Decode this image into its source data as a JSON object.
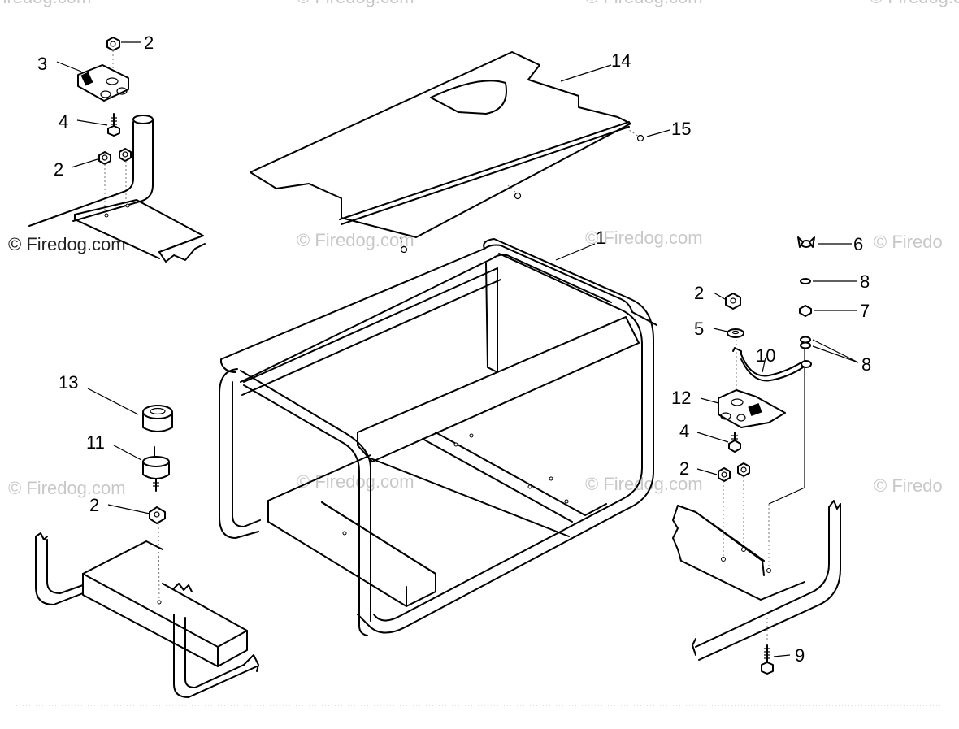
{
  "watermarks": {
    "text": "© Firedog.com",
    "clipped_left": "Firedog.com",
    "clipped_right": "© Firedo"
  },
  "callouts": {
    "c1": "1",
    "c2": "2",
    "c3": "3",
    "c4": "4",
    "c5": "5",
    "c6": "6",
    "c7": "7",
    "c8": "8",
    "c9": "9",
    "c10": "10",
    "c11": "11",
    "c12": "12",
    "c13": "13",
    "c14": "14",
    "c15": "15"
  }
}
